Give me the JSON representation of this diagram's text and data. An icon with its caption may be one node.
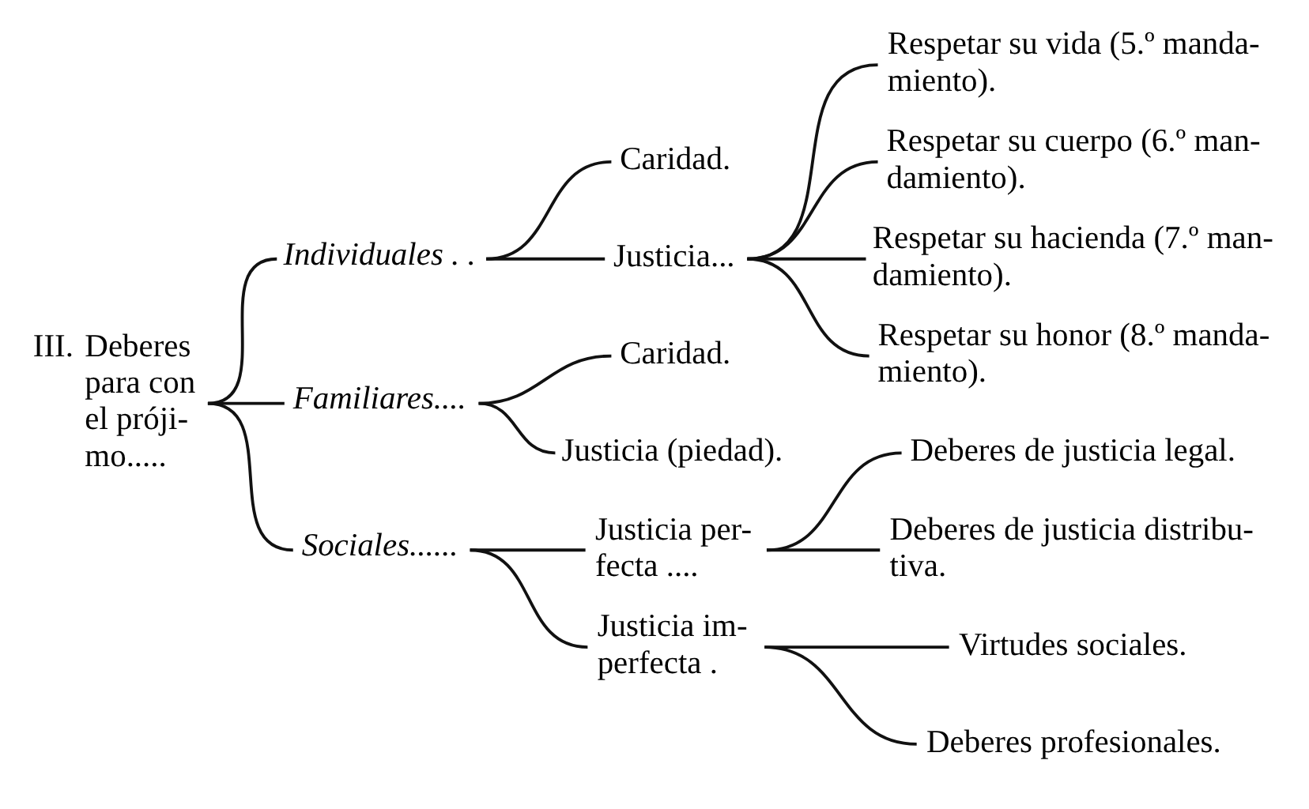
{
  "diagram": {
    "nodes": [
      {
        "text": [
          "III.",
          "Deberes para con el próji- mo....."
        ]
      },
      {
        "text": [
          "Individuales . ."
        ]
      },
      {
        "text": [
          "Caridad."
        ]
      },
      {
        "text": [
          "Justicia..."
        ]
      },
      {
        "text": [
          "Respetar su vida (5.º manda- miento)."
        ]
      },
      {
        "text": [
          "Respetar su cuerpo (6.º man- damiento)."
        ]
      },
      {
        "text": [
          "Respetar su hacienda (7.º man- damiento)."
        ]
      },
      {
        "text": [
          "Respetar su honor (8.º manda- miento)."
        ]
      },
      {
        "text": [
          "Familiares...."
        ]
      },
      {
        "text": [
          "Caridad."
        ]
      },
      {
        "text": [
          "Justicia (piedad)."
        ]
      },
      {
        "text": [
          "Sociales......"
        ]
      },
      {
        "text": [
          "Justicia per- fecta ...."
        ]
      },
      {
        "text": [
          "Deberes de justicia legal."
        ]
      },
      {
        "text": [
          "Deberes de justicia distribu- tiva."
        ]
      },
      {
        "text": [
          "Justicia im- perfecta ."
        ]
      },
      {
        "text": [
          "Virtudes sociales."
        ]
      },
      {
        "text": [
          "Deberes profesionales."
        ]
      }
    ],
    "edges": [
      {
        "from": 0,
        "to": 1,
        "arrow": "none"
      },
      {
        "from": 0,
        "to": 8,
        "arrow": "none"
      },
      {
        "from": 0,
        "to": 11,
        "arrow": "none"
      },
      {
        "from": 1,
        "to": 2,
        "arrow": "none"
      },
      {
        "from": 1,
        "to": 3,
        "arrow": "none"
      },
      {
        "from": 3,
        "to": 4,
        "arrow": "none"
      },
      {
        "from": 3,
        "to": 5,
        "arrow": "none"
      },
      {
        "from": 3,
        "to": 6,
        "arrow": "none"
      },
      {
        "from": 3,
        "to": 7,
        "arrow": "none"
      },
      {
        "from": 8,
        "to": 9,
        "arrow": "none"
      },
      {
        "from": 8,
        "to": 10,
        "arrow": "none"
      },
      {
        "from": 11,
        "to": 12,
        "arrow": "none"
      },
      {
        "from": 11,
        "to": 15,
        "arrow": "none"
      },
      {
        "from": 12,
        "to": 13,
        "arrow": "none"
      },
      {
        "from": 12,
        "to": 14,
        "arrow": "none"
      },
      {
        "from": 15,
        "to": 16,
        "arrow": "none"
      },
      {
        "from": 15,
        "to": 17,
        "arrow": "none"
      }
    ]
  }
}
